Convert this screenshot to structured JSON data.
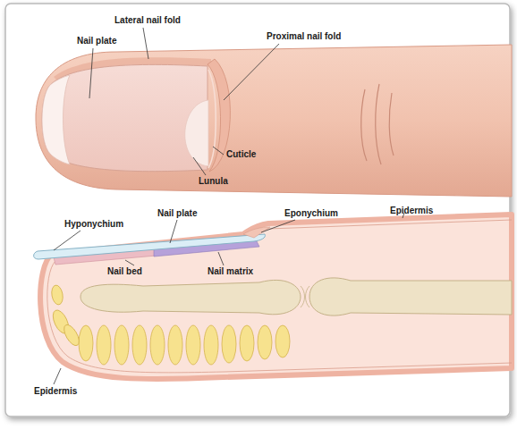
{
  "diagram": {
    "labels": [
      "Lateral nail fold",
      "Nail plate",
      "Proximal nail fold",
      "Cuticle",
      "Lunula",
      "Hyponychium",
      "Nail plate",
      "Eponychium",
      "Epidermis",
      "Nail bed",
      "Nail matrix",
      "Epidermis"
    ]
  }
}
